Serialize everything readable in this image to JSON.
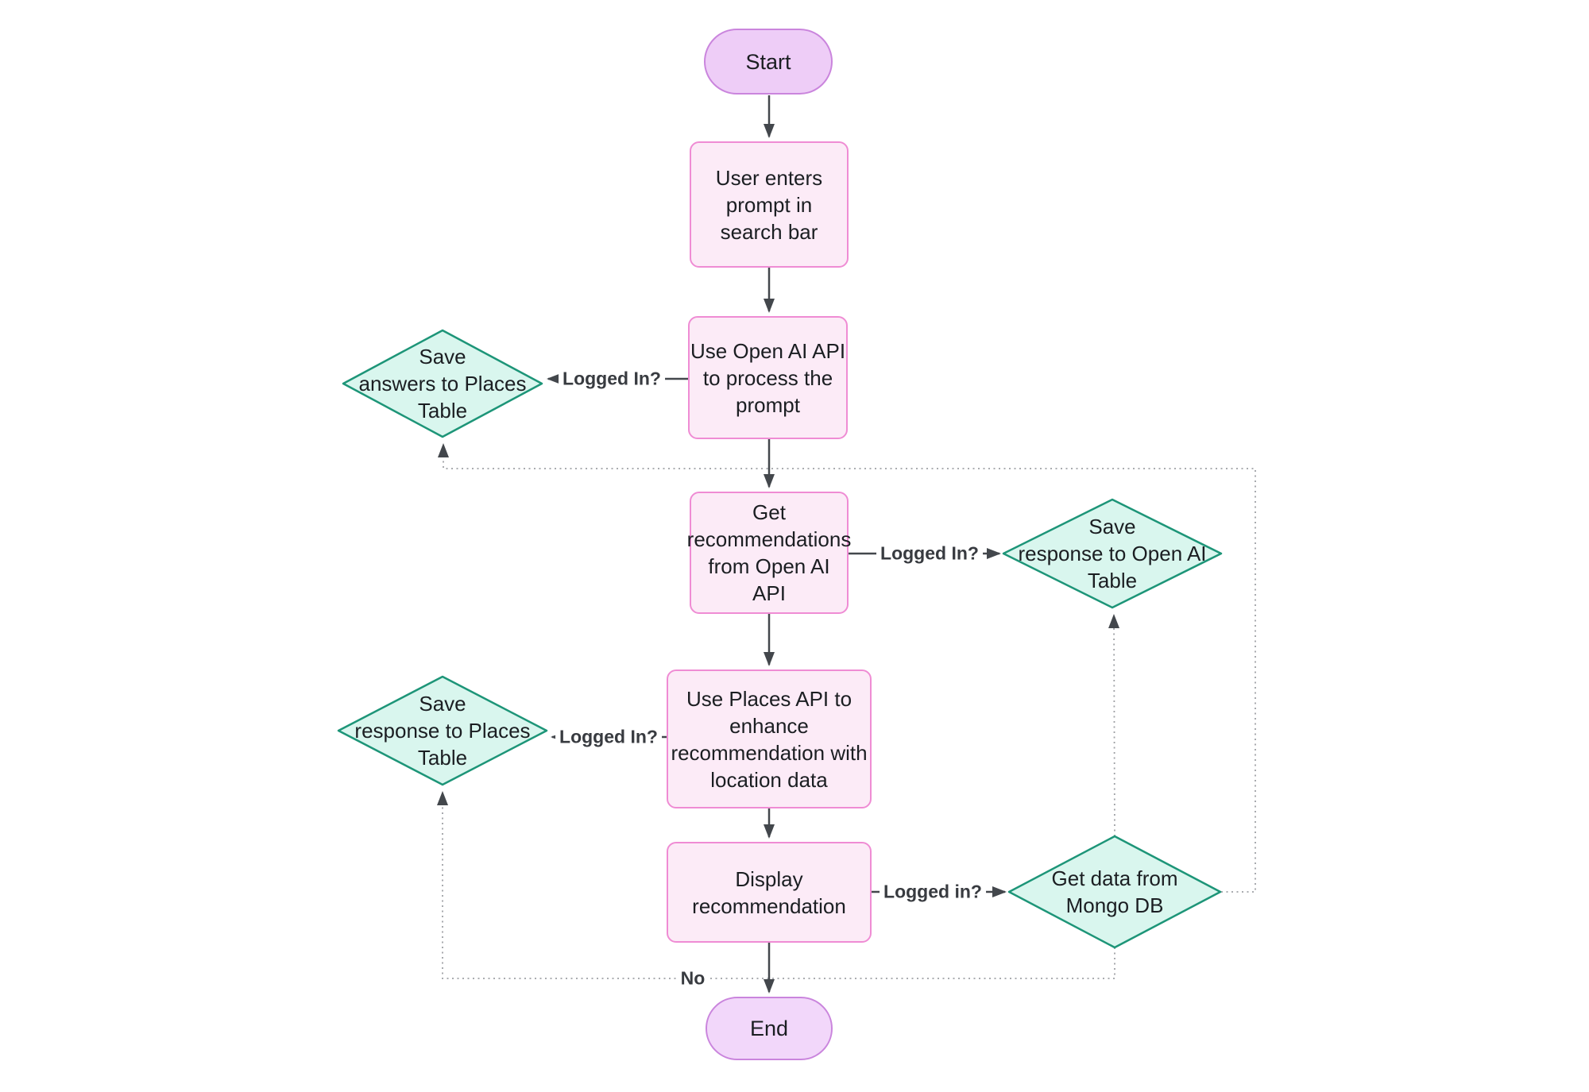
{
  "diagram": {
    "type": "flowchart",
    "background": "#ffffff",
    "colors": {
      "terminal_fill": "#eecdf7",
      "terminal_border": "#ca85dd",
      "process_fill": "#fcebf7",
      "process_border": "#ef8cd4",
      "decision_fill": "#d9f6ee",
      "decision_border": "#1d9578",
      "connector": "#43474c",
      "dotted_connector": "#9fa1a5",
      "node_text": "#1b1e22",
      "edge_label_text": "#383b40"
    },
    "nodes": {
      "start": {
        "type": "terminal",
        "label": "Start"
      },
      "enter_prompt": {
        "type": "process",
        "label": "User enters\nprompt in\nsearch bar"
      },
      "process_prompt": {
        "type": "process",
        "label": "Use Open AI API\nto process the\nprompt"
      },
      "save_answers_places": {
        "type": "decision",
        "label": "Save\nanswers to Places\nTable"
      },
      "get_recommendations": {
        "type": "process",
        "label": "Get\nrecommendations\nfrom Open AI\nAPI"
      },
      "save_response_openai": {
        "type": "decision",
        "label": "Save\nresponse to Open AI\nTable"
      },
      "enhance_recommendation": {
        "type": "process",
        "label": "Use Places API to\nenhance\nrecommendation with\nlocation data"
      },
      "save_response_places": {
        "type": "decision",
        "label": "Save\nresponse to Places\nTable"
      },
      "display_recommendation": {
        "type": "process",
        "label": "Display\nrecommendation"
      },
      "get_mongo_data": {
        "type": "decision",
        "label": "Get data from\nMongo DB"
      },
      "end": {
        "type": "terminal",
        "label": "End"
      }
    },
    "edge_labels": {
      "logged_in_1": "Logged In?",
      "logged_in_2": "Logged In?",
      "logged_in_3": "Logged In?",
      "logged_in_4": "Logged in?",
      "no": "No"
    }
  }
}
